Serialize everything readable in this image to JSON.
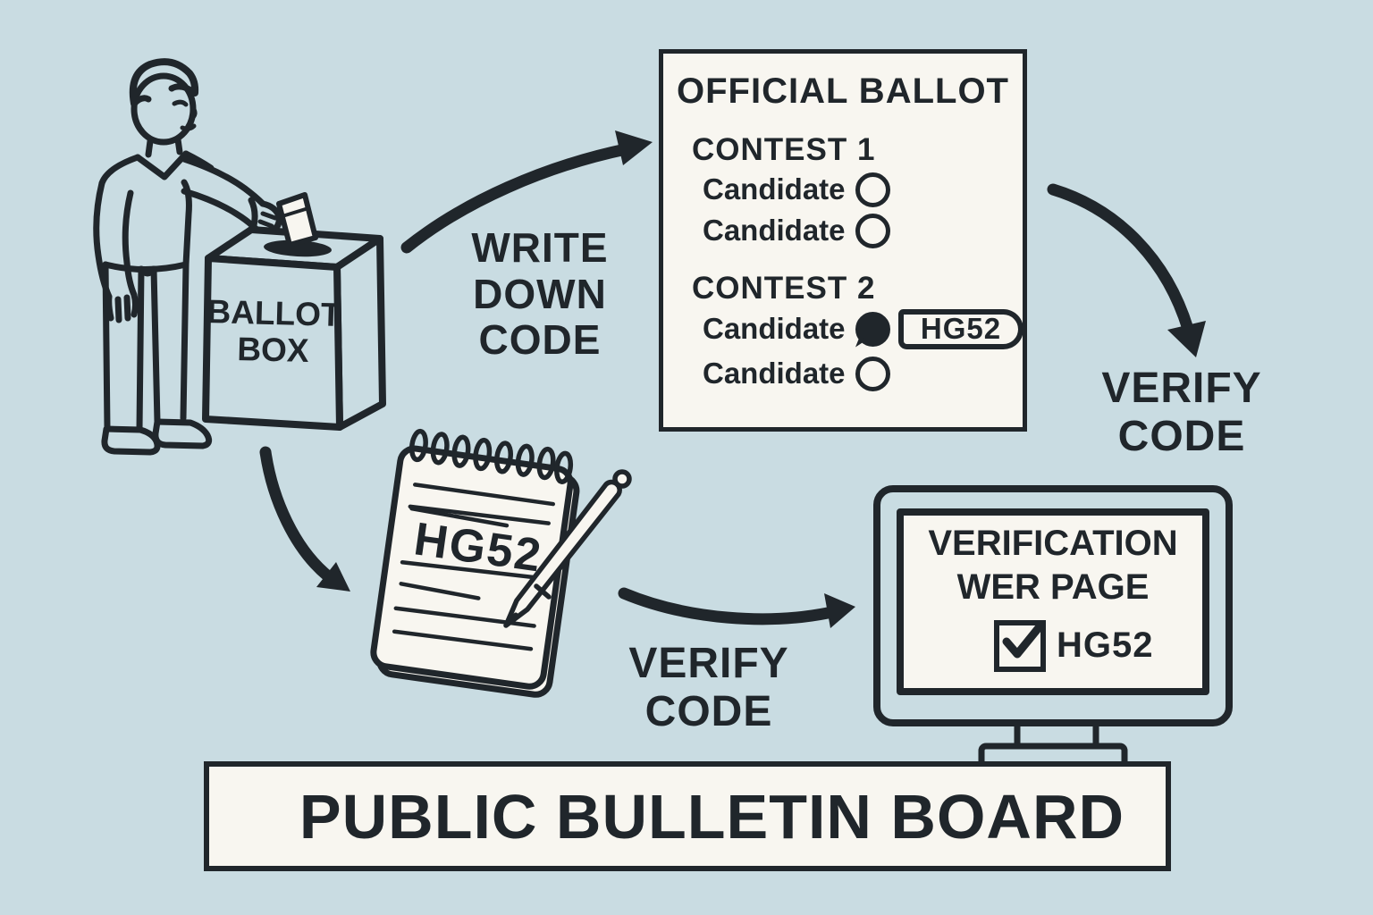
{
  "colors": {
    "background": "#c9dce2",
    "paper": "#f8f6f0",
    "ink": "#20262b"
  },
  "ballot_box": {
    "label": [
      "BALLOT",
      "BOX"
    ]
  },
  "official_ballot": {
    "title": "OFFICIAL BALLOT",
    "contests": [
      {
        "name": "CONTEST 1",
        "candidates": [
          {
            "label": "Candidate",
            "selected": false
          },
          {
            "label": "Candidate",
            "selected": false
          }
        ]
      },
      {
        "name": "CONTEST 2",
        "candidates": [
          {
            "label": "Candidate",
            "selected": true,
            "code": "HG52"
          },
          {
            "label": "Candidate",
            "selected": false
          }
        ]
      }
    ]
  },
  "arrow_labels": {
    "write_down_code": [
      "WRITE",
      "DOWN",
      "CODE"
    ],
    "verify_code_right": [
      "VERIFY",
      "CODE"
    ],
    "verify_code_bottom": [
      "VERIFY",
      "CODE"
    ]
  },
  "notepad": {
    "code": "HG52"
  },
  "monitor": {
    "screen_title": [
      "VERIFICATION",
      "WER PAGE"
    ],
    "code": "HG52",
    "checkbox_checked": true
  },
  "banner": {
    "text": "PUBLIC BULLETIN BOARD"
  }
}
